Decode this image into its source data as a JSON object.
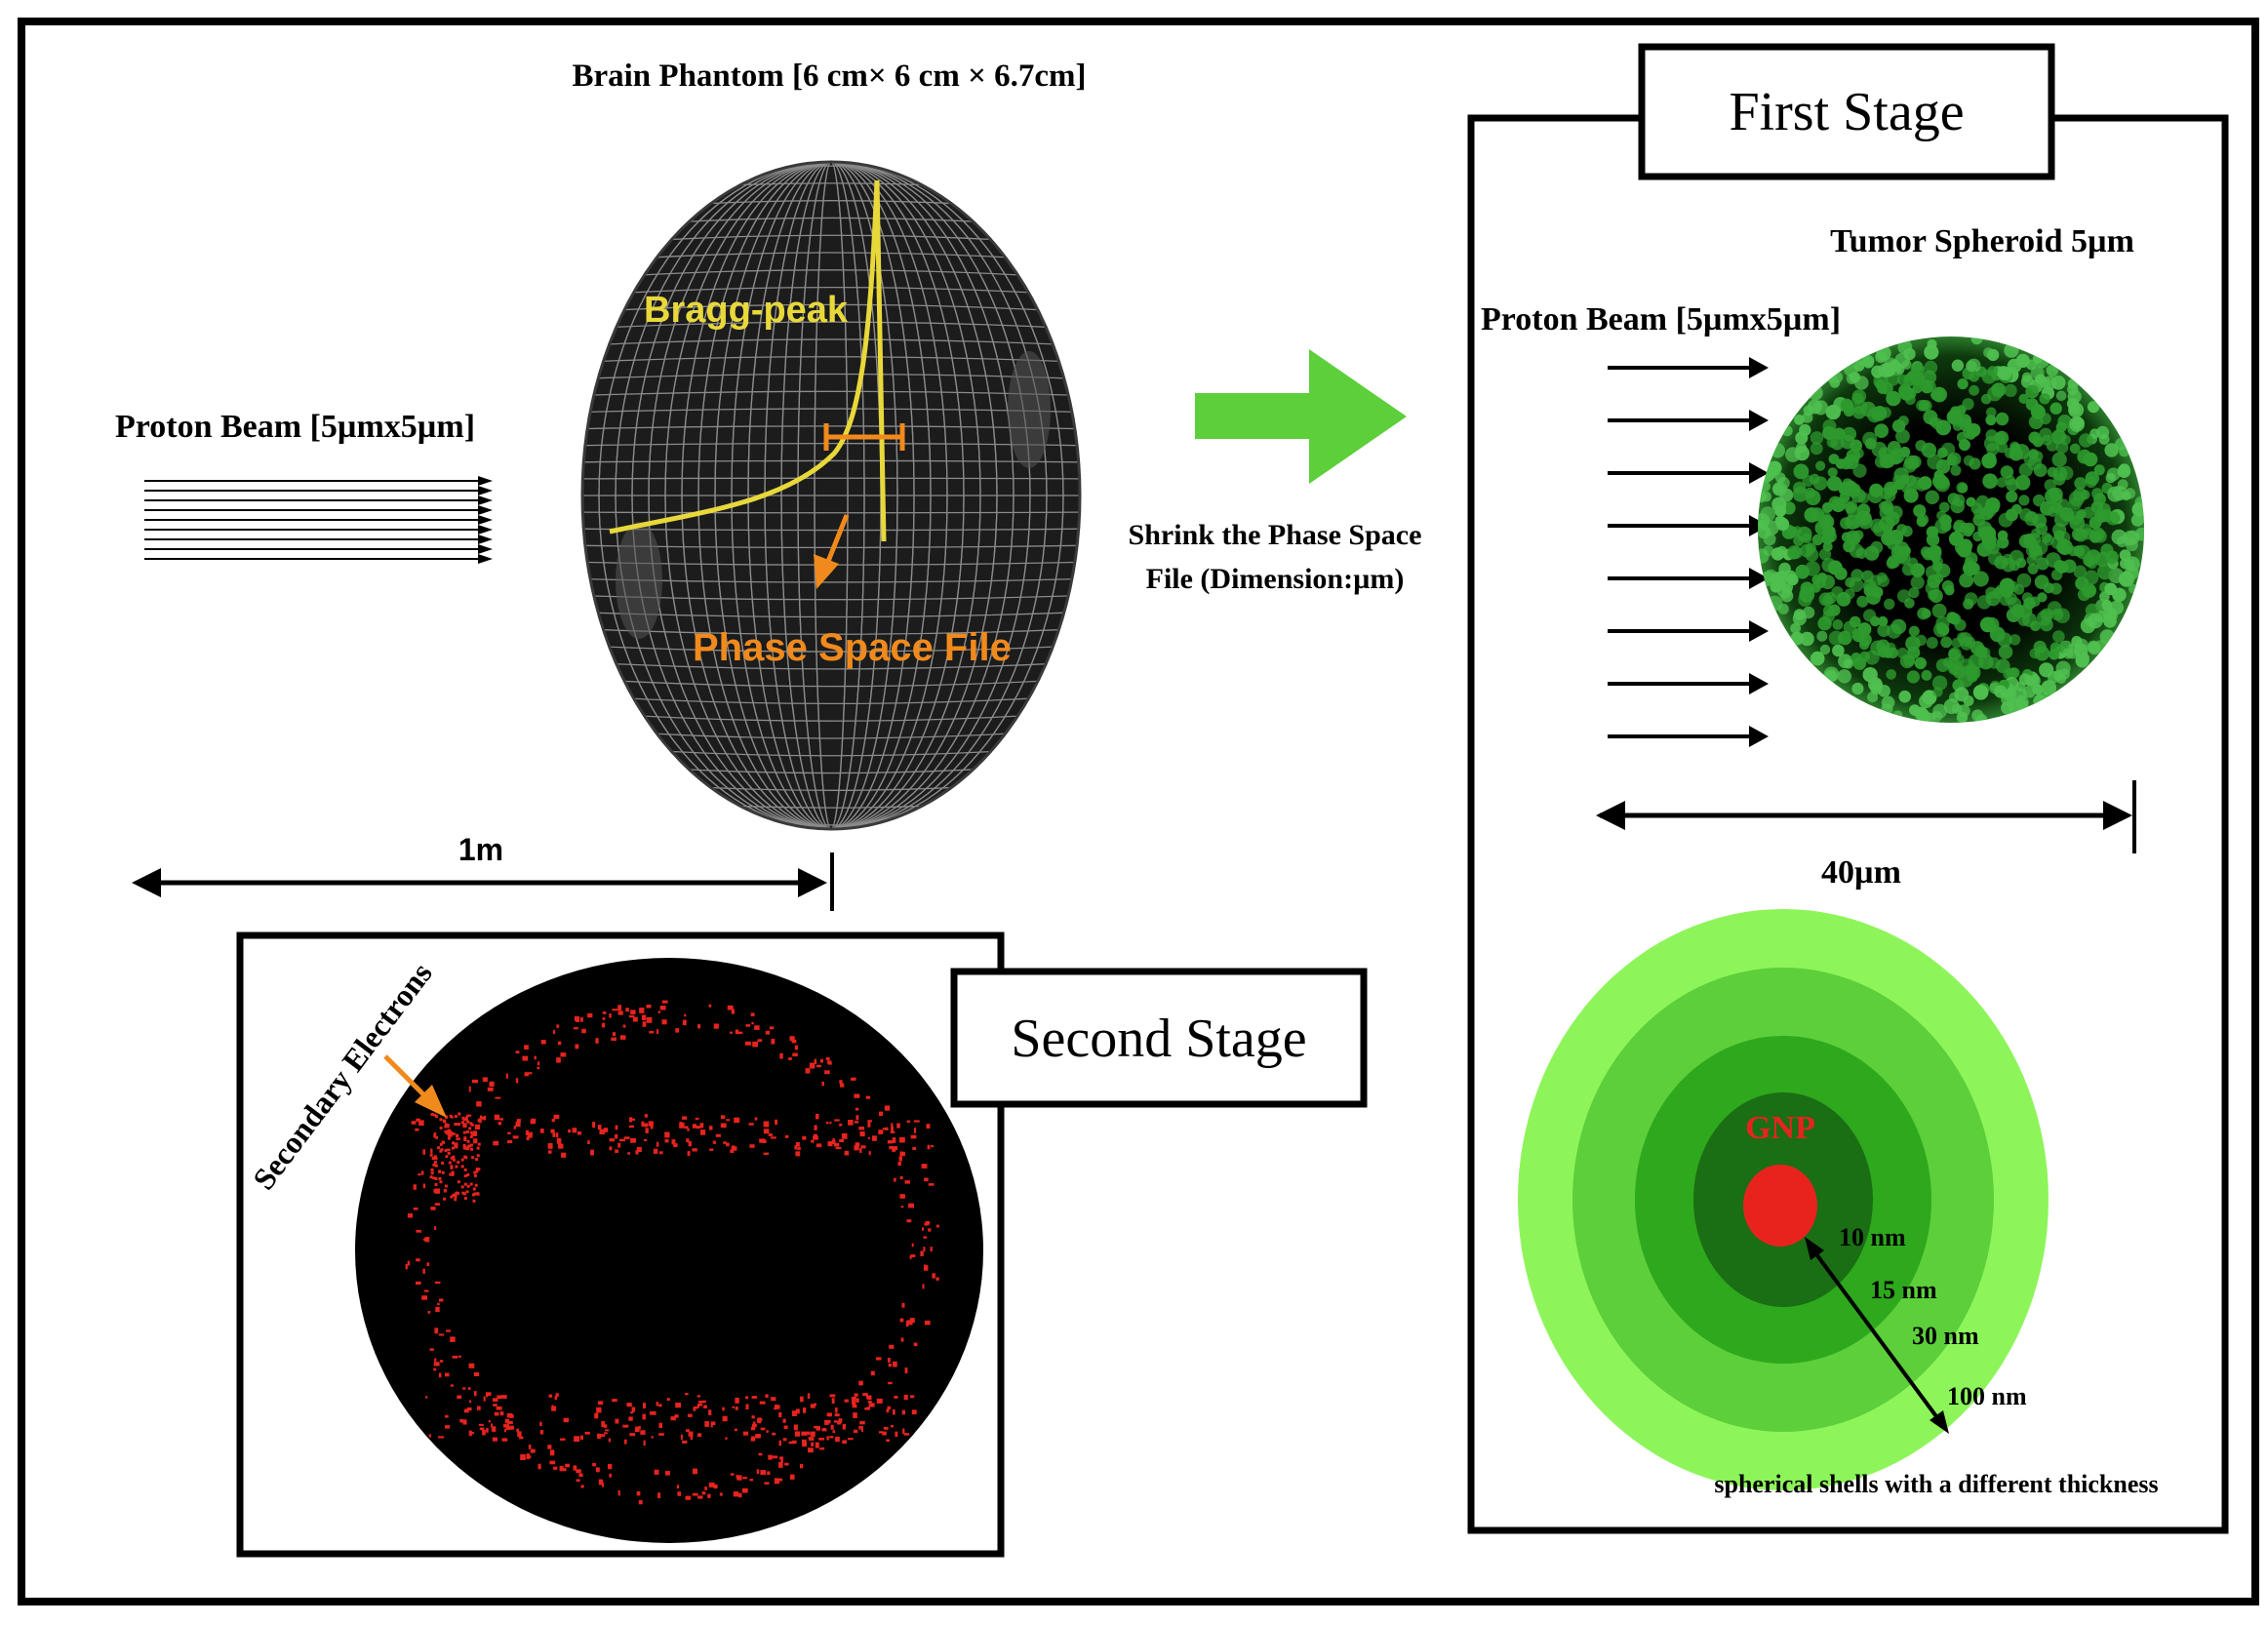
{
  "brain_phantom": {
    "title": "Brain Phantom [6 cm× 6 cm × 6.7cm]",
    "bragg_label": "Bragg-peak",
    "phase_space_label": "Phase Space File"
  },
  "left_beam": {
    "label": "Proton Beam [5µmx5µm]",
    "arrow_count": 9
  },
  "left_scale": {
    "label": "1m"
  },
  "shrink": {
    "line1": "Shrink the Phase Space",
    "line2": "File (Dimension:µm)"
  },
  "first_stage": {
    "title": "First Stage",
    "spheroid_label": "Tumor Spheroid 5µm",
    "beam_label": "Proton Beam [5µmx5µm]",
    "arrow_count": 8,
    "scale_label": "40µm",
    "gnp_label": "GNP",
    "shells": [
      "10 nm",
      "15 nm",
      "30 nm",
      "100 nm"
    ],
    "shell_caption": "spherical shells with a different thickness"
  },
  "second_stage": {
    "title": "Second Stage",
    "electrons_label": "Secondary Electrons"
  },
  "colors": {
    "bragg": "#e8d83a",
    "orange": "#f08a1c",
    "green_arrow": "#5ccf3a",
    "gnp": "#e8231e",
    "shell_outer": "#8df55a",
    "shell_mid": "#5ccf3a",
    "shell_inner": "#2ea81c",
    "shell_core": "#1a6e14"
  }
}
